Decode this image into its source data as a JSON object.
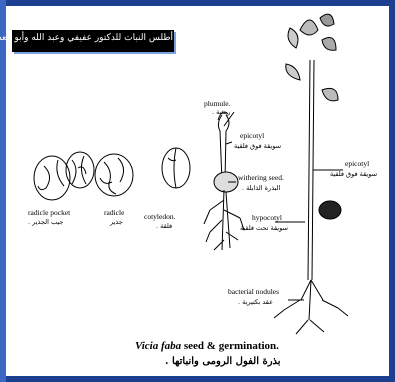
{
  "header": {
    "title": "أطلس النبات للدكتور عفيفي وعبد الله وأبو العطا"
  },
  "labels": {
    "plumule_en": "plumule.",
    "plumule_ar": "ريشة .",
    "epicotyl_en_left": "epicotyl",
    "epicotyl_ar_left": "سويقة فوق فلقية",
    "withering_seed_en": "withering seed.",
    "withering_seed_ar": "البذرة الذابلة .",
    "epicotyl_en_right": "epicotyl",
    "epicotyl_ar_right": "سويقة فوق فلقية",
    "hypocotyl_en": "hypocotyl",
    "hypocotyl_ar": "سويقة تحت فلقية",
    "radicle_pocket_en": "radicle pocket",
    "radicle_pocket_ar": "جيب الجذير .",
    "radicle_en": "radicle",
    "radicle_ar": "جذير",
    "cotyledon_en": "cotyledon.",
    "cotyledon_ar": "فلقة .",
    "bacterial_nodules_en": "bacterial nodules",
    "bacterial_nodules_ar": "عقد بكتيرية ."
  },
  "caption": {
    "species": "Vicia faba",
    "rest": " seed & germination.",
    "arabic": "بذرة الفول الرومى وانباتها ."
  }
}
